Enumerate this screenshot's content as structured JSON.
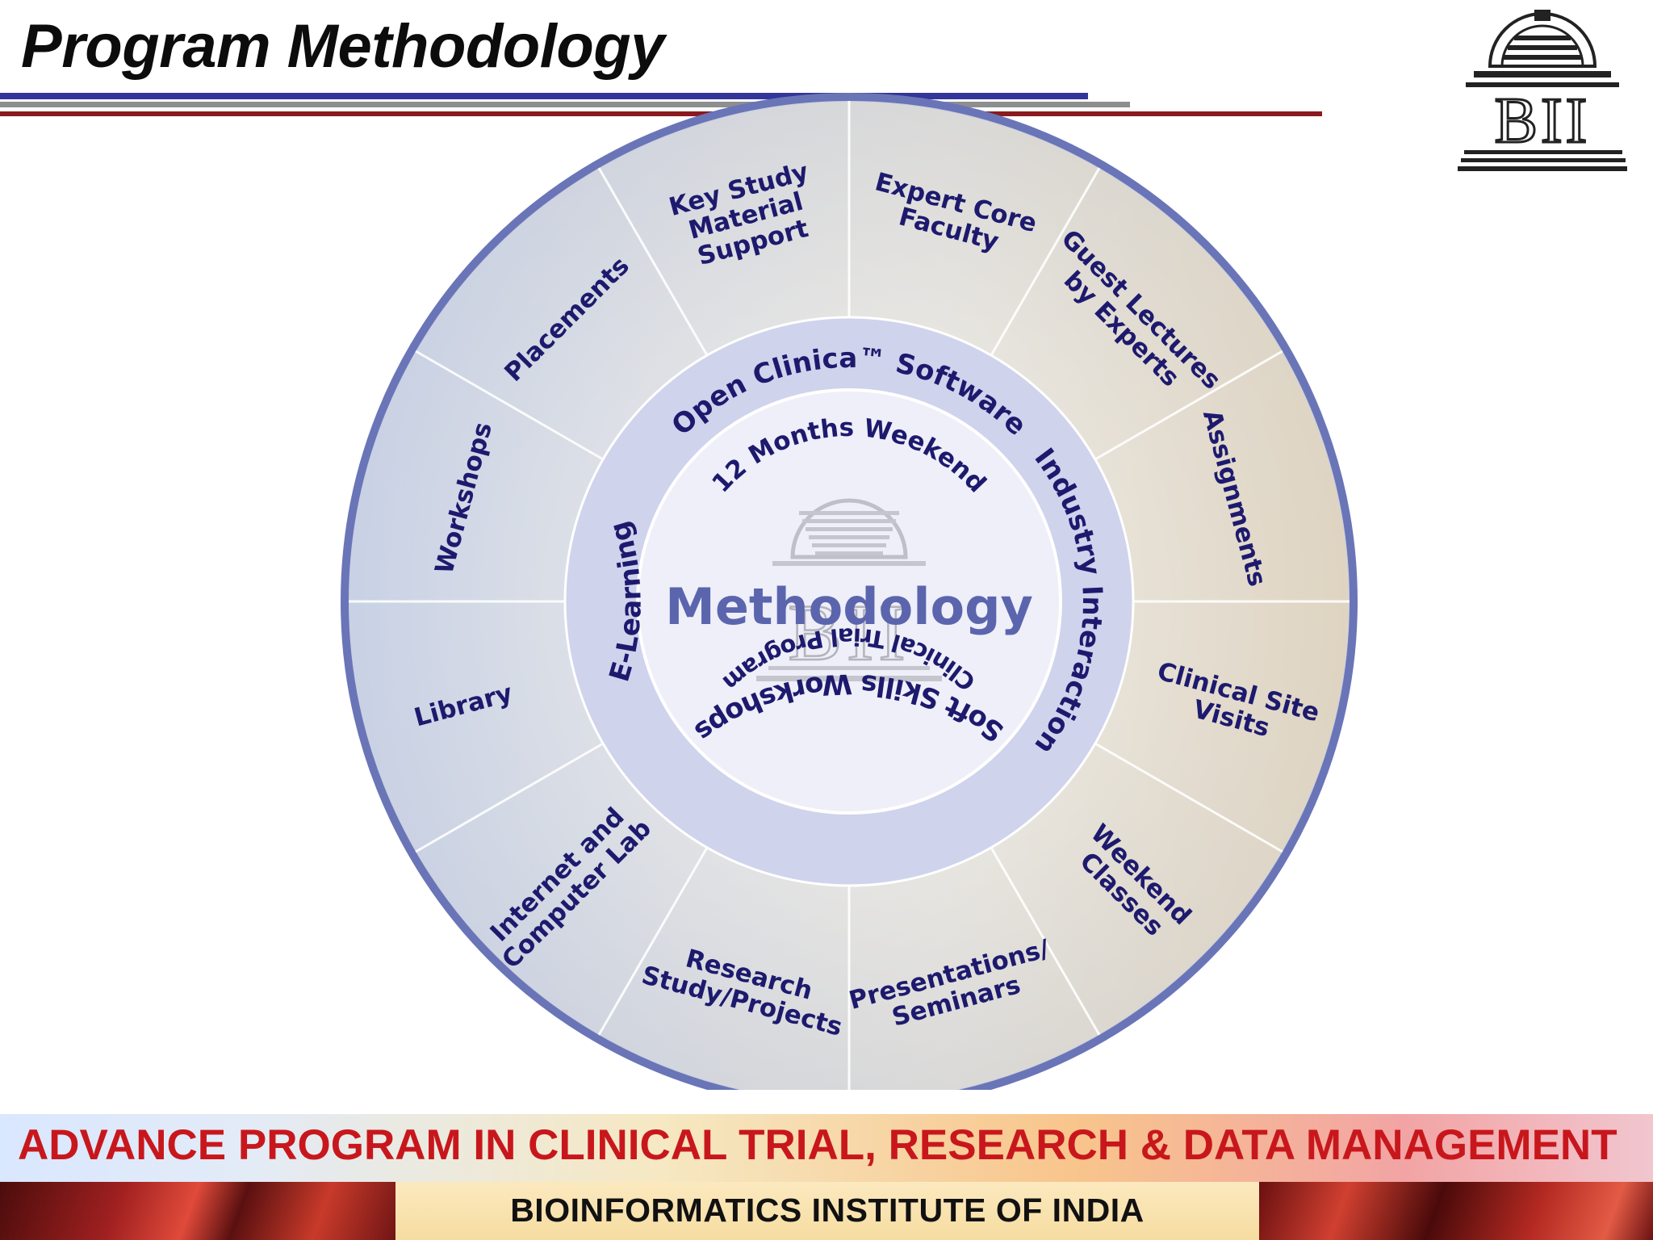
{
  "slide": {
    "title": "Program Methodology"
  },
  "logo": {
    "text": "BII",
    "icon": "dome-building-icon"
  },
  "diagram": {
    "center": {
      "label": "Methodology",
      "watermark_text": "BII",
      "icon": "dome-building-icon"
    },
    "inner_ring_top": "12 Months Weekend",
    "inner_ring_bottom": "Clinical Trial Program",
    "middle_ring": [
      {
        "label": "Open Clinica™ Software"
      },
      {
        "label": "Industry Interaction"
      },
      {
        "label": "Soft Skills Workshops"
      },
      {
        "label": "E-Learning"
      }
    ],
    "outer_segments": [
      {
        "lines": [
          "Expert Core",
          "Faculty"
        ]
      },
      {
        "lines": [
          "Guest Lectures",
          "by Experts"
        ]
      },
      {
        "lines": [
          "Assignments"
        ]
      },
      {
        "lines": [
          "Clinical Site",
          "Visits"
        ]
      },
      {
        "lines": [
          "Weekend",
          "Classes"
        ]
      },
      {
        "lines": [
          "Presentations/",
          "Seminars"
        ]
      },
      {
        "lines": [
          "Research",
          "Study/Projects"
        ]
      },
      {
        "lines": [
          "Internet and",
          "Computer Lab"
        ]
      },
      {
        "lines": [
          "Library"
        ]
      },
      {
        "lines": [
          "Workshops"
        ]
      },
      {
        "lines": [
          "Placements"
        ]
      },
      {
        "lines": [
          "Key Study",
          "Material",
          "Support"
        ]
      }
    ],
    "colors": {
      "text": "#1d1a6e",
      "ring_border": "#6a75b8",
      "middle_ring": "#cfd3ec",
      "inner_disk": "#eeeff8",
      "center_label": "#5b65ad"
    }
  },
  "footer": {
    "program_title": "ADVANCE PROGRAM IN CLINICAL TRIAL, RESEARCH & DATA MANAGEMENT",
    "institute": "BIOINFORMATICS INSTITUTE OF INDIA"
  }
}
